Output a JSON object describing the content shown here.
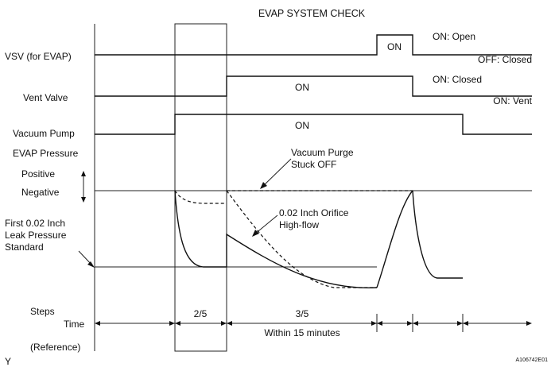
{
  "title": "EVAP SYSTEM CHECK",
  "rows": {
    "vsv": {
      "label": "VSV (for EVAP)",
      "on_text": "ON",
      "state_on": "ON: Open",
      "state_off": "OFF: Closed"
    },
    "vent": {
      "label": "Vent Valve",
      "on_text": "ON",
      "state_on": "ON: Closed",
      "state_off": "ON: Vent"
    },
    "pump": {
      "label": "Vacuum Pump",
      "on_text": "ON"
    },
    "pressure": {
      "label": "EVAP Pressure",
      "positive": "Positive",
      "negative": "Negative",
      "standard_line1": "First 0.02 Inch",
      "standard_line2": "Leak Pressure",
      "standard_line3": "Standard"
    }
  },
  "annotations": {
    "purge_line1": "Vacuum Purge",
    "purge_line2": "Stuck OFF",
    "orifice_line1": "0.02 Inch Orifice",
    "orifice_line2": "High-flow"
  },
  "footer": {
    "steps_label": "Steps",
    "time_label": "Time",
    "reference_label": "(Reference)",
    "step_a": "2/5",
    "step_b": "3/5",
    "duration": "Within 15 minutes"
  },
  "corner_letter": "Y",
  "figure_id": "A106742E01"
}
